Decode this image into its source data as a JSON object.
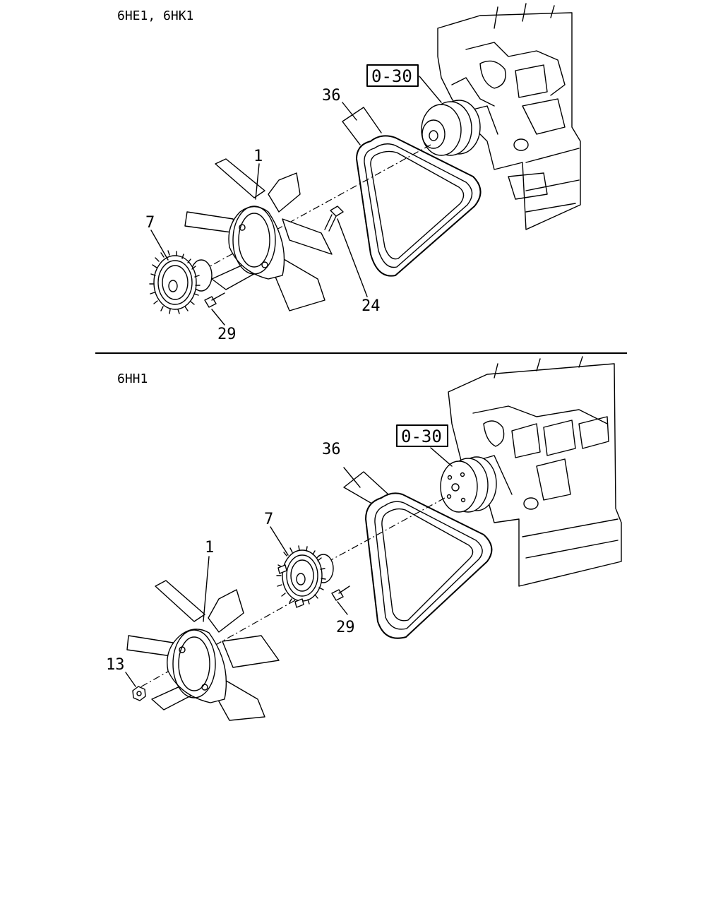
{
  "sections": [
    {
      "header": "6HE1, 6HK1",
      "ref_box": "0-30",
      "callouts": {
        "belt": "36",
        "fan": "1",
        "clutch": "7",
        "bolt_a": "24",
        "bolt_b": "29"
      }
    },
    {
      "header": "6HH1",
      "ref_box": "0-30",
      "callouts": {
        "belt": "36",
        "clutch": "7",
        "fan": "1",
        "bolt_b": "29",
        "nut": "13"
      }
    }
  ]
}
